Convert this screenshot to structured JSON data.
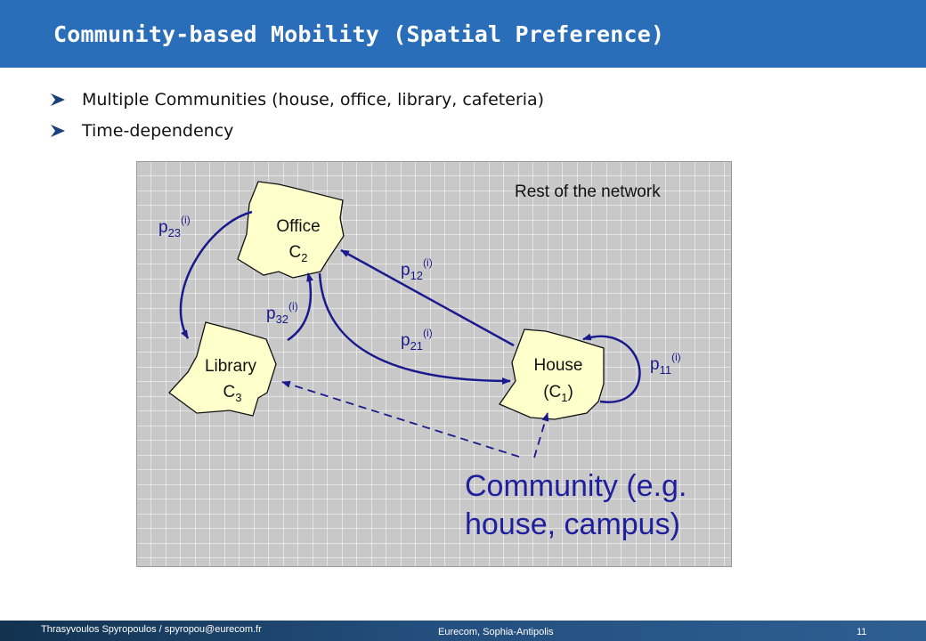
{
  "slide": {
    "title": "Community-based Mobility (Spatial Preference)",
    "bullets": [
      "Multiple Communities (house, office, library, cafeteria)",
      "Time-dependency"
    ]
  },
  "diagram": {
    "region_label": "Rest of the network",
    "nodes": {
      "office": {
        "name": "Office",
        "sym": "C",
        "sub": "2"
      },
      "library": {
        "name": "Library",
        "sym": "C",
        "sub": "3"
      },
      "house": {
        "name": "House",
        "sym": "(C",
        "sub": "1",
        "close": ")"
      }
    },
    "edges": {
      "p23": {
        "base": "p",
        "sub": "23",
        "sup": "(i)"
      },
      "p12": {
        "base": "p",
        "sub": "12",
        "sup": "(i)"
      },
      "p32": {
        "base": "p",
        "sub": "32",
        "sup": "(i)"
      },
      "p21": {
        "base": "p",
        "sub": "21",
        "sup": "(i)"
      },
      "p11": {
        "base": "p",
        "sub": "11",
        "sup": "(i)"
      }
    },
    "callout": {
      "line1": "Community (e.g.",
      "line2": "house, campus)"
    }
  },
  "footer": {
    "author": "Thrasyvoulos Spyropoulos / spyropou@eurecom.fr",
    "institution": "Eurecom, Sophia-Antipolis",
    "page": "11"
  },
  "colors": {
    "title_bar": "#2a6db8",
    "arrow": "#1a1a8c",
    "node_fill": "#ffffcc",
    "grid_bg": "#c8c8c8",
    "callout_text": "#1f1f9e"
  }
}
